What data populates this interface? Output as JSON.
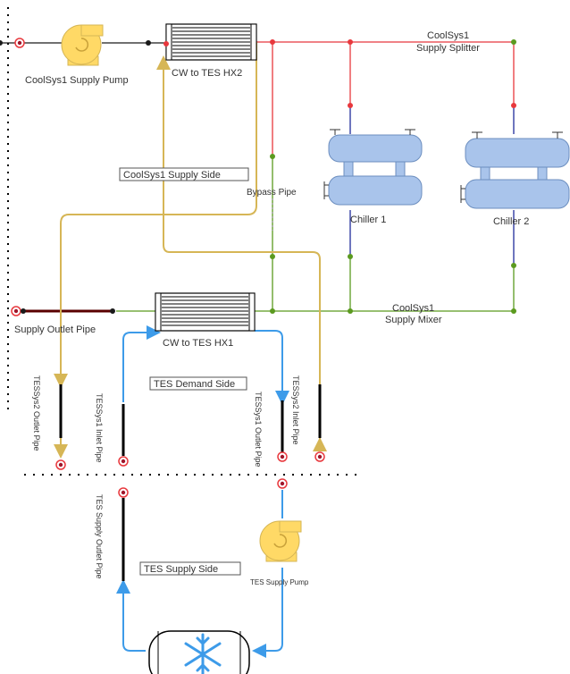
{
  "labels": {
    "supply_pump": "CoolSys1 Supply Pump",
    "hx2": "CW to TES HX2",
    "splitter_l1": "CoolSys1",
    "splitter_l2": "Supply Splitter",
    "supply_side": "CoolSys1 Supply Side",
    "bypass": "Bypass Pipe",
    "chiller1": "Chiller 1",
    "chiller2": "Chiller 2",
    "mixer_l1": "CoolSys1",
    "mixer_l2": "Supply Mixer",
    "supply_outlet": "Supply Outlet Pipe",
    "hx1": "CW to TES HX1",
    "tes_demand": "TES Demand Side",
    "tessys2_outlet": "TESSys2 Outlet Pipe",
    "tessys1_inlet": "TESSys1 Inlet Pipe",
    "tessys1_outlet": "TESSys1 Outlet Pipe",
    "tessys2_inlet": "TESSys2 Inlet Pipe",
    "tes_supply_outlet": "TES Supply Outlet Pipe",
    "tes_supply_side": "TES Supply Side",
    "tes_supply_pump": "TES Supply Pump"
  },
  "colors": {
    "red": "#e8383d",
    "green": "#5b9a1f",
    "blue": "#3d9be9",
    "gold": "#d6b656",
    "navy": "#1f2d9a",
    "dark": "#1a1a1a",
    "pump": "#ffd966",
    "chiller": "#a9c4eb"
  },
  "icons": [
    "pump-icon",
    "heat-exchanger-icon",
    "chiller-icon",
    "snowflake-icon",
    "storage-tank-icon"
  ]
}
